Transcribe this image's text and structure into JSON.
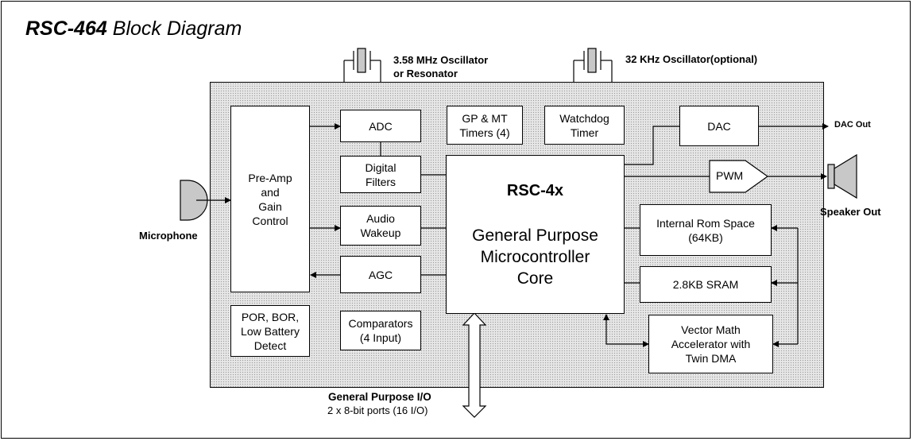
{
  "title": {
    "part": "RSC-464",
    "rest": "Block Diagram"
  },
  "oscillators": {
    "main_line1": "3.58 MHz Oscillator",
    "main_line2": "or Resonator",
    "secondary": "32 KHz Oscillator(optional)"
  },
  "blocks": {
    "preamp": "Pre-Amp\nand\nGain\nControl",
    "adc": "ADC",
    "digital_filters": "Digital\nFilters",
    "audio_wakeup": "Audio\nWakeup",
    "agc": "AGC",
    "por": "POR, BOR,\nLow Battery\nDetect",
    "comparators": "Comparators\n(4 Input)",
    "timers": "GP & MT\nTimers (4)",
    "watchdog": "Watchdog\nTimer",
    "dac": "DAC",
    "pwm": "PWM",
    "core_title": "RSC-4x",
    "core_body": "General Purpose\nMicrocontroller\nCore",
    "rom": "Internal Rom Space\n(64KB)",
    "sram": "2.8KB SRAM",
    "vector_math": "Vector Math\nAccelerator with\nTwin DMA"
  },
  "external": {
    "microphone": "Microphone",
    "dac_out": "DAC Out",
    "speaker_out": "Speaker Out",
    "gpio_title": "General Purpose I/O",
    "gpio_detail": "2 x 8-bit ports (16 I/O)"
  },
  "colors": {
    "chip_fill": "#e6e6e6",
    "component_fill": "#c8c8c8",
    "line": "#000000"
  }
}
